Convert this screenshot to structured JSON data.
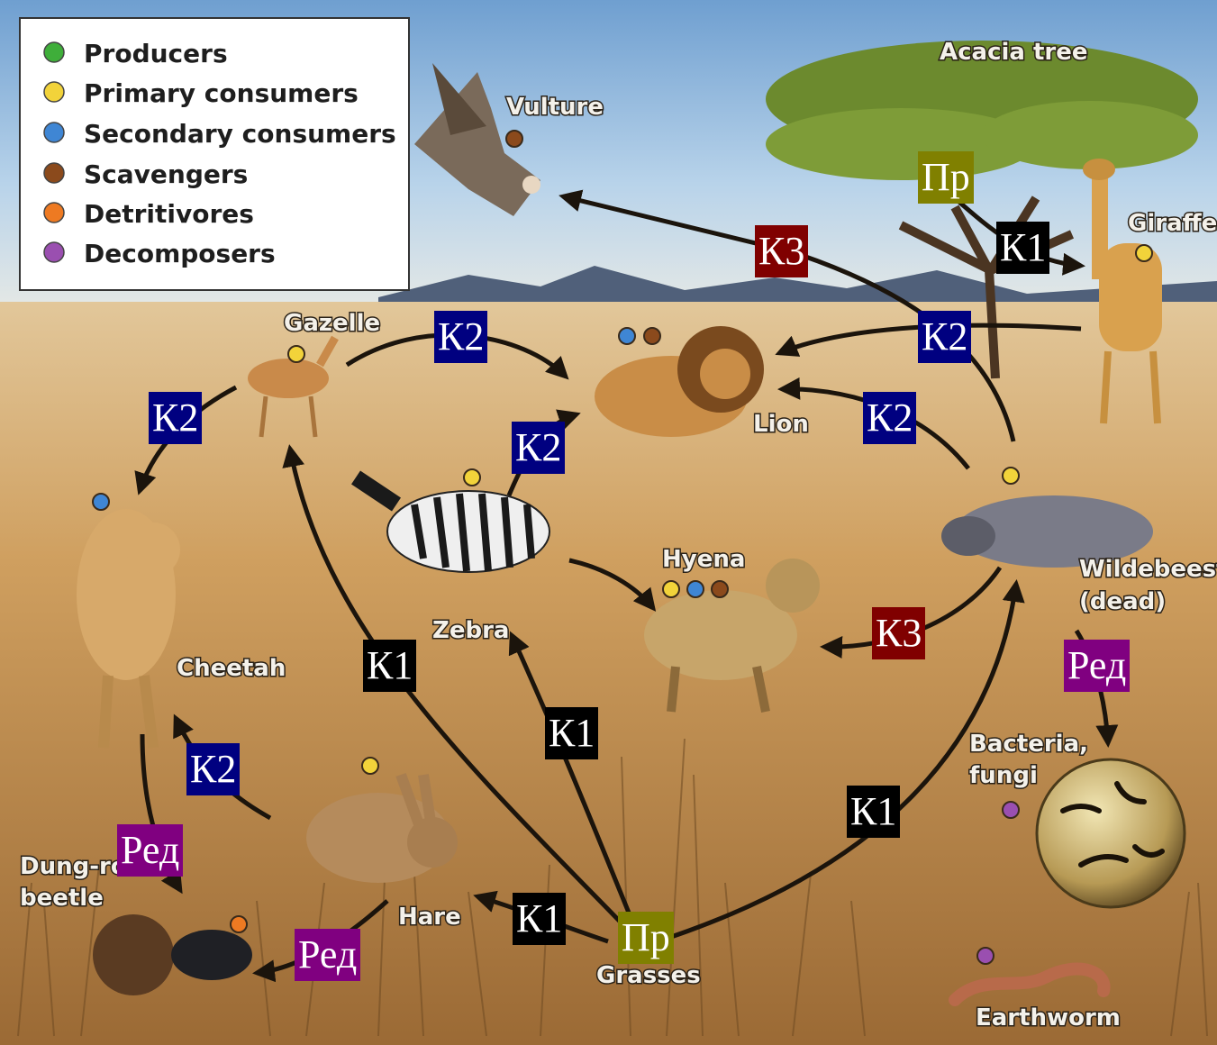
{
  "legend": {
    "items": [
      {
        "label": "Producers",
        "color": "#3fae3a"
      },
      {
        "label": "Primary consumers",
        "color": "#f2d33a"
      },
      {
        "label": "Secondary consumers",
        "color": "#3f86d4"
      },
      {
        "label": "Scavengers",
        "color": "#8b4a1c"
      },
      {
        "label": "Detritivores",
        "color": "#ee7a22"
      },
      {
        "label": "Decomposers",
        "color": "#9a4fb0"
      }
    ]
  },
  "organisms": {
    "acacia": "Acacia tree",
    "vulture": "Vulture",
    "giraffe": "Giraffe",
    "gazelle": "Gazelle",
    "lion": "Lion",
    "zebra": "Zebra",
    "hyena": "Hyena",
    "cheetah": "Cheetah",
    "wildebeest_1": "Wildebeest",
    "wildebeest_2": "(dead)",
    "bacteria_1": "Bacteria,",
    "bacteria_2": "fungi",
    "dung_beetle_1": "Dung-ro",
    "dung_beetle_2": "beetle",
    "hare": "Hare",
    "grasses": "Grasses",
    "earthworm": "Earthworm"
  },
  "tags": {
    "pr_tree": "Пр",
    "k1_giraffe": "К1",
    "k3_vulture": "К3",
    "k2_giraffe_lion": "К2",
    "k2_gazelle_lion": "К2",
    "k2_gazelle_cheetah": "К2",
    "k2_zebra_lion": "К2",
    "k2_wildebeest_lion": "К2",
    "k1_gazelle": "К1",
    "k3_hyena": "К3",
    "red_bacteria": "Ред",
    "k1_zebra": "К1",
    "k2_hare_cheetah": "К2",
    "red_beetle_top": "Ред",
    "k1_wildebeest": "К1",
    "k1_hare": "К1",
    "pr_grasses": "Пр",
    "red_beetle_bottom": "Ред"
  },
  "colors": {
    "k1": "#000000",
    "k2": "#000080",
    "k3": "#800000",
    "pr": "#808000",
    "red": "#800080",
    "sky": "#a9c8e6",
    "savanna": "#c89a5c",
    "arrow": "#1b140c"
  }
}
